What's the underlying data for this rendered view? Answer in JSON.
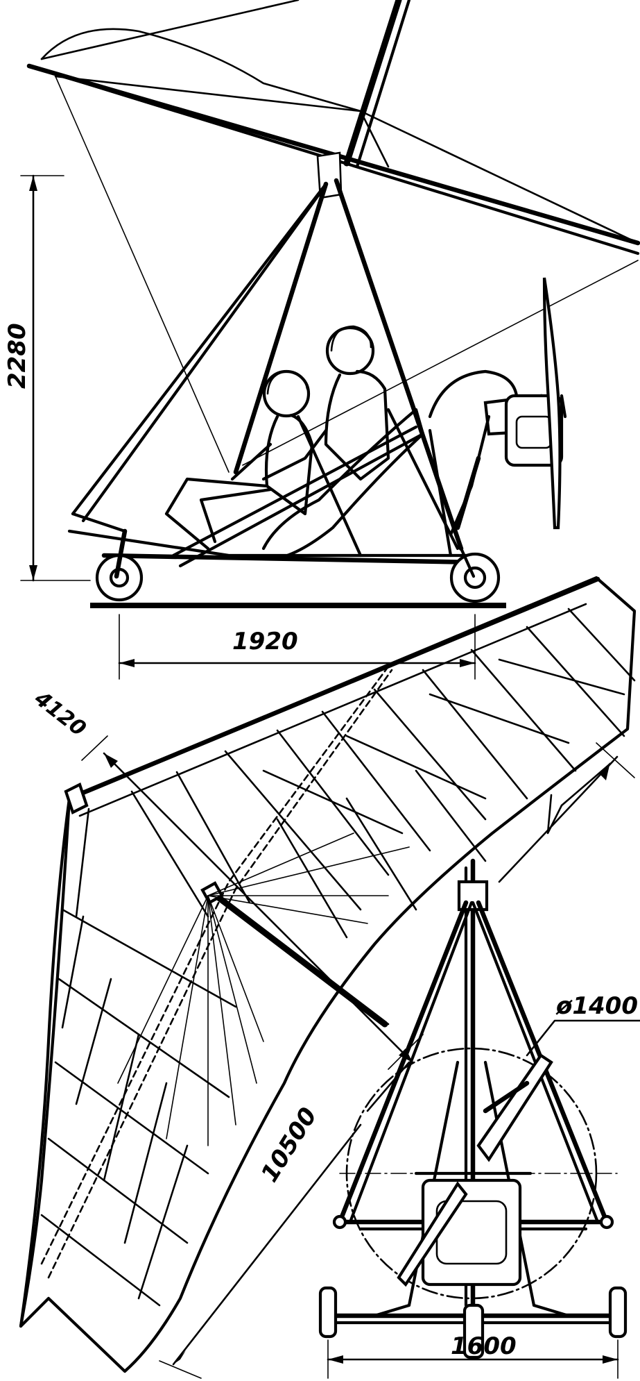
{
  "dimensions": {
    "height": "2280",
    "wheelbase": "1920",
    "chord": "4120",
    "span": "10500",
    "prop_diameter": "ø1400",
    "track": "1600"
  }
}
